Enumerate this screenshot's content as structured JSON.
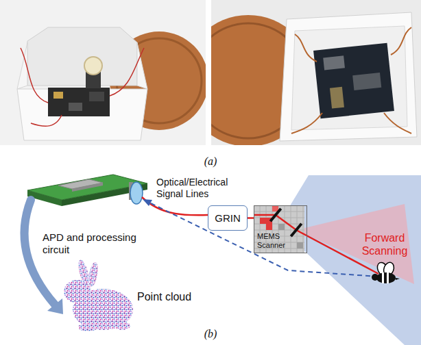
{
  "diagram": {
    "nodes": [
      {
        "text": [
          "GRIN"
        ]
      },
      {
        "text": [
          "MEMS Scanner"
        ]
      }
    ],
    "edges": [
      {
        "from": 0,
        "to": 1,
        "arrow": "none"
      }
    ],
    "labels": [
      "(a)",
      "Optical/Electrical Signal Lines",
      "APD and processing circuit",
      "Point cloud",
      "Forward Scanning",
      "(b)"
    ]
  }
}
